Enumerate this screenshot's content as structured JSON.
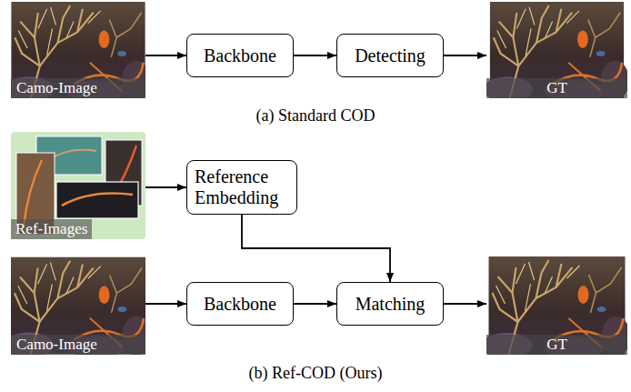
{
  "diagram": {
    "nodes": [
      {
        "text": [
          "Camo-Image"
        ]
      },
      {
        "text": [
          "Backbone"
        ]
      },
      {
        "text": [
          "Detecting"
        ]
      },
      {
        "text": [
          "GT"
        ]
      },
      {
        "text": [
          "Ref-Images"
        ]
      },
      {
        "text": [
          "Reference Embedding"
        ]
      },
      {
        "text": [
          "Camo-Image"
        ]
      },
      {
        "text": [
          "Backbone"
        ]
      },
      {
        "text": [
          "Matching"
        ]
      },
      {
        "text": [
          "GT"
        ]
      }
    ],
    "edges": [
      {
        "from": 0,
        "to": 1,
        "arrow": "to"
      },
      {
        "from": 1,
        "to": 2,
        "arrow": "to"
      },
      {
        "from": 2,
        "to": 3,
        "arrow": "to"
      },
      {
        "from": 4,
        "to": 5,
        "arrow": "to"
      },
      {
        "from": 5,
        "to": 8,
        "arrow": "to"
      },
      {
        "from": 6,
        "to": 7,
        "arrow": "to"
      },
      {
        "from": 7,
        "to": 8,
        "arrow": "to"
      },
      {
        "from": 8,
        "to": 9,
        "arrow": "to"
      }
    ],
    "labels": [
      "(a) Standard COD",
      "(b) Ref-COD (Ours)"
    ]
  }
}
